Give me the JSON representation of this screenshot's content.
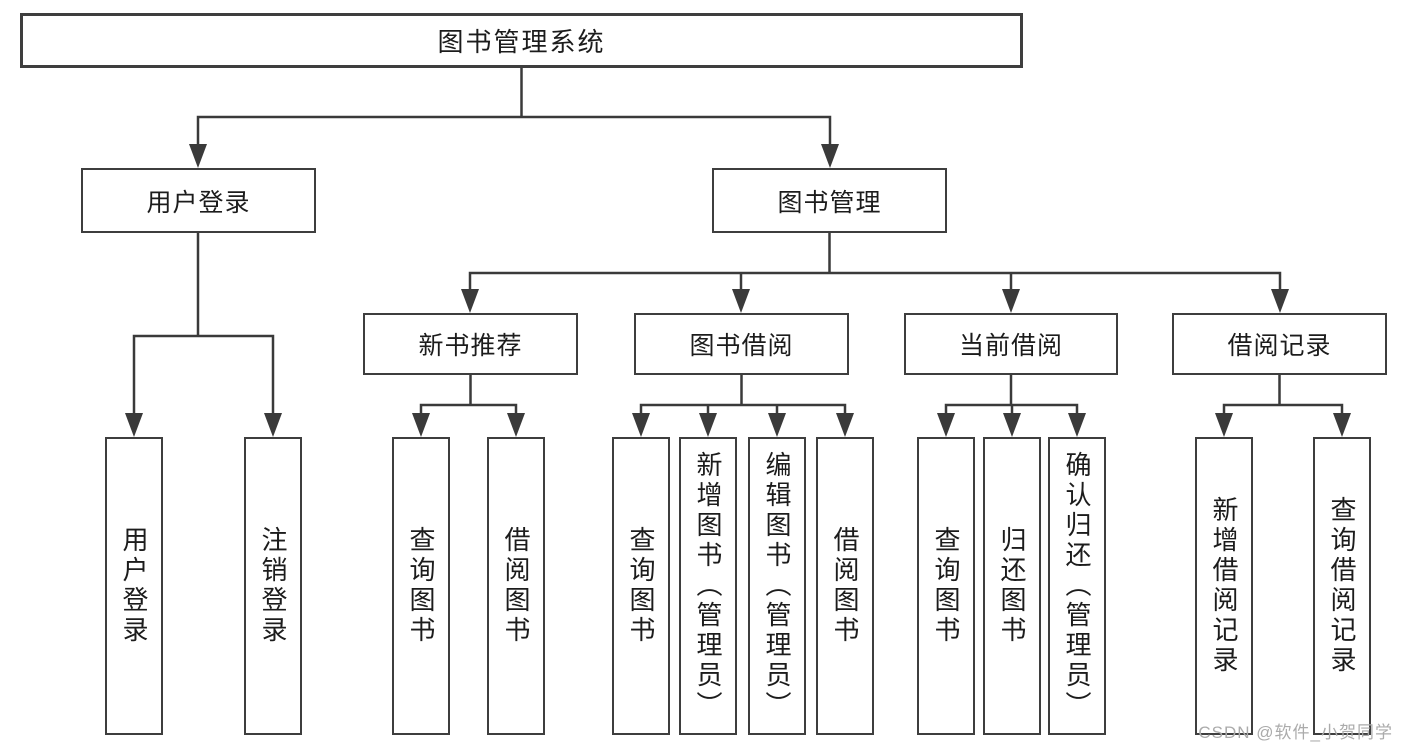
{
  "diagram": {
    "title": "图书管理系统",
    "nodes": {
      "root": "图书管理系统",
      "user_login": "用户登录",
      "book_mgmt": "图书管理",
      "new_book_rec": "新书推荐",
      "book_borrow": "图书借阅",
      "current_borrow": "当前借阅",
      "borrow_records": "借阅记录",
      "leaf_user_login": "用户登录",
      "leaf_logout": "注销登录",
      "rec_query_book": "查询图书",
      "rec_borrow_book": "借阅图书",
      "bb_query_book": "查询图书",
      "bb_add_book": "新增图书（管理员）",
      "bb_edit_book": "编辑图书（管理员）",
      "bb_borrow_book": "借阅图书",
      "cb_query_book": "查询图书",
      "cb_return_book": "归还图书",
      "cb_confirm_return": "确认归还（管理员）",
      "br_add_record": "新增借阅记录",
      "br_query_record": "查询借阅记录"
    },
    "hierarchy": {
      "图书管理系统": {
        "用户登录": [
          "用户登录",
          "注销登录"
        ],
        "图书管理": {
          "新书推荐": [
            "查询图书",
            "借阅图书"
          ],
          "图书借阅": [
            "查询图书",
            "新增图书（管理员）",
            "编辑图书（管理员）",
            "借阅图书"
          ],
          "当前借阅": [
            "查询图书",
            "归还图书",
            "确认归还（管理员）"
          ],
          "借阅记录": [
            "新增借阅记录",
            "查询借阅记录"
          ]
        }
      }
    },
    "colors": {
      "line": "#3a3a3a",
      "box_border": "#3e3e3e",
      "text": "#1c1c1c",
      "watermark": "#ababab",
      "background": "#ffffff"
    }
  },
  "watermark": "CSDN @软件_小贺同学"
}
